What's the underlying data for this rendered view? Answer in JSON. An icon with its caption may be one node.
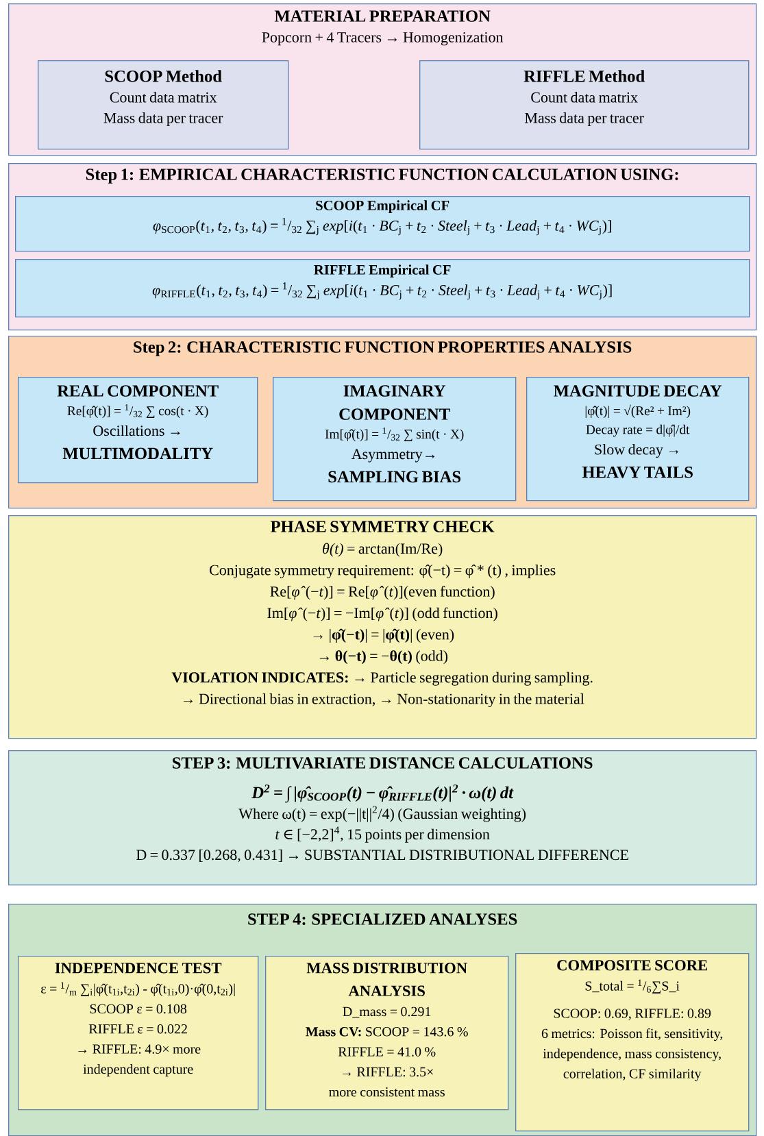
{
  "diagram": {
    "nodes": [
      {
        "text": [
          "MATERIAL PREPARATION",
          "Popcorn + 4 Tracers → Homogenization"
        ]
      },
      {
        "text": [
          "SCOOP Method",
          "Count data matrix",
          "Mass data per tracer"
        ],
        "in": 0
      },
      {
        "text": [
          "RIFFLE Method",
          "Count data matrix",
          "Mass data per tracer"
        ],
        "in": 0
      },
      {
        "text": [
          "Step 1: EMPIRICAL CHARACTERISTIC FUNCTION CALCULATION USING:"
        ]
      },
      {
        "text": [
          "SCOOP Empirical CF",
          "*φ*$_{SCOOP}$(*t*$_{1}$, *t*$_{2}$, *t*$_{3}$, *t*$_{4}$) = $^{1}$/$_{32}$ ∑$_{j}$ *exp*[*i*(*t*$_{1}$ · *BC*$_{j}$ + *t*$_{2}$ · *Steel*$_{j}$ + *t*$_{3}$ · *Lead*$_{j}$ + *t*$_{4}$ · *WC*$_{j}$)]"
        ],
        "in": 3
      },
      {
        "text": [
          "RIFFLE Empirical CF",
          "*φ*$_{RIFFLE}$(*t*$_{1}$, *t*$_{2}$, *t*$_{3}$, *t*$_{4}$) = $^{1}$/$_{32}$ ∑$_{j}$ *exp*[*i*(*t*$_{1}$ · *BC*$_{j}$ + *t*$_{2}$ · *Steel*$_{j}$ + *t*$_{3}$ · *Lead*$_{j}$ + *t*$_{4}$ · *WC*$_{j}$)]"
        ],
        "in": 3
      },
      {
        "text": [
          "Step 2: CHARACTERISTIC FUNCTION PROPERTIES ANALYSIS"
        ]
      },
      {
        "text": [
          "REAL COMPONENT",
          "Re[φ̂(t)] = $^{1}$/$_{32}$ ∑ cos(t · X)",
          "Oscillations →",
          "MULTIMODALITY"
        ],
        "in": 6
      },
      {
        "text": [
          "IMAGINARY COMPONENT",
          "Im[φ̂(t)] = $^{1}$/$_{32}$ ∑ sin(t · X)",
          "Asymmetry→",
          "SAMPLING BIAS"
        ],
        "in": 6
      },
      {
        "text": [
          "MAGNITUDE DECAY",
          "|φ̂(t)| = √(Re² + Im²)",
          "Decay rate = d|φ̂|/dt",
          "Slow decay →",
          "HEAVY TAILS"
        ],
        "in": 6
      },
      {
        "text": [
          "PHASE SYMMETRY CHECK",
          "*θ(t)* = arctan(Im/Re)",
          "Conjugate symmetry requirement: φ̂(−t) = φ̂ * (t) , implies",
          "Re[*φ̂*(−*t*)] = Re[*φ̂*(*t*)](even function)",
          "Im[*φ̂*(−*t*)] = −Im[*φ̂*(*t*)] (odd function)",
          "→ |**φ̂(−t)**| = |**φ̂(t)**| (even)",
          "→ **θ(−t)** = −**θ(t)** (odd)",
          "**VIOLATION INDICATES:** → Particle segregation during sampling. → Directional bias in extraction, → Non-stationarity in the material"
        ]
      },
      {
        "text": [
          "STEP 3: MULTIVARIATE DISTANCE CALCULATIONS",
          "D$^{2}$ = ∫ |φ̂$_{SCOOP}$(t) − φ̂$_{RIFFLE}$(t)|$^{2}$ · ω(t) dt",
          "Where ω(t) = exp(−||t||$^{2}$/4) (Gaussian weighting)",
          "*t* ∈ [−2,2]$^{4}$, 15 points per dimension",
          "D = 0.337 [0.268, 0.431] → SUBSTANTIAL DISTRIBUTIONAL DIFFERENCE"
        ]
      },
      {
        "text": [
          "STEP 4: SPECIALIZED ANALYSES"
        ]
      },
      {
        "text": [
          "INDEPENDENCE TEST",
          "ε = $^{1}$/$_{m}$ ∑$_{i}$|φ̂(t$_{1i}$,t$_{2i}$) - φ̂(t$_{1i}$,0)·φ̂(0,t$_{2i}$)|",
          "SCOOP ε = 0.108",
          "RIFFLE ε = 0.022",
          "→ RIFFLE: 4.9× more independent capture"
        ],
        "in": 12
      },
      {
        "text": [
          "MASS DISTRIBUTION ANALYSIS",
          "D_mass = 0.291",
          "**Mass CV:** SCOOP = 143.6 %",
          "RIFFLE = 41.0 %",
          "→ RIFFLE: 3.5× more consistent mass"
        ],
        "in": 12
      },
      {
        "text": [
          "COMPOSITE SCORE",
          "S_total = $^{1}$/$_{6}$∑S_i",
          "SCOOP: 0.69, RIFFLE: 0.89",
          "6 metrics: Poisson fit, sensitivity, independence, mass consistency, correlation, CF similarity"
        ],
        "in": 12
      }
    ]
  }
}
